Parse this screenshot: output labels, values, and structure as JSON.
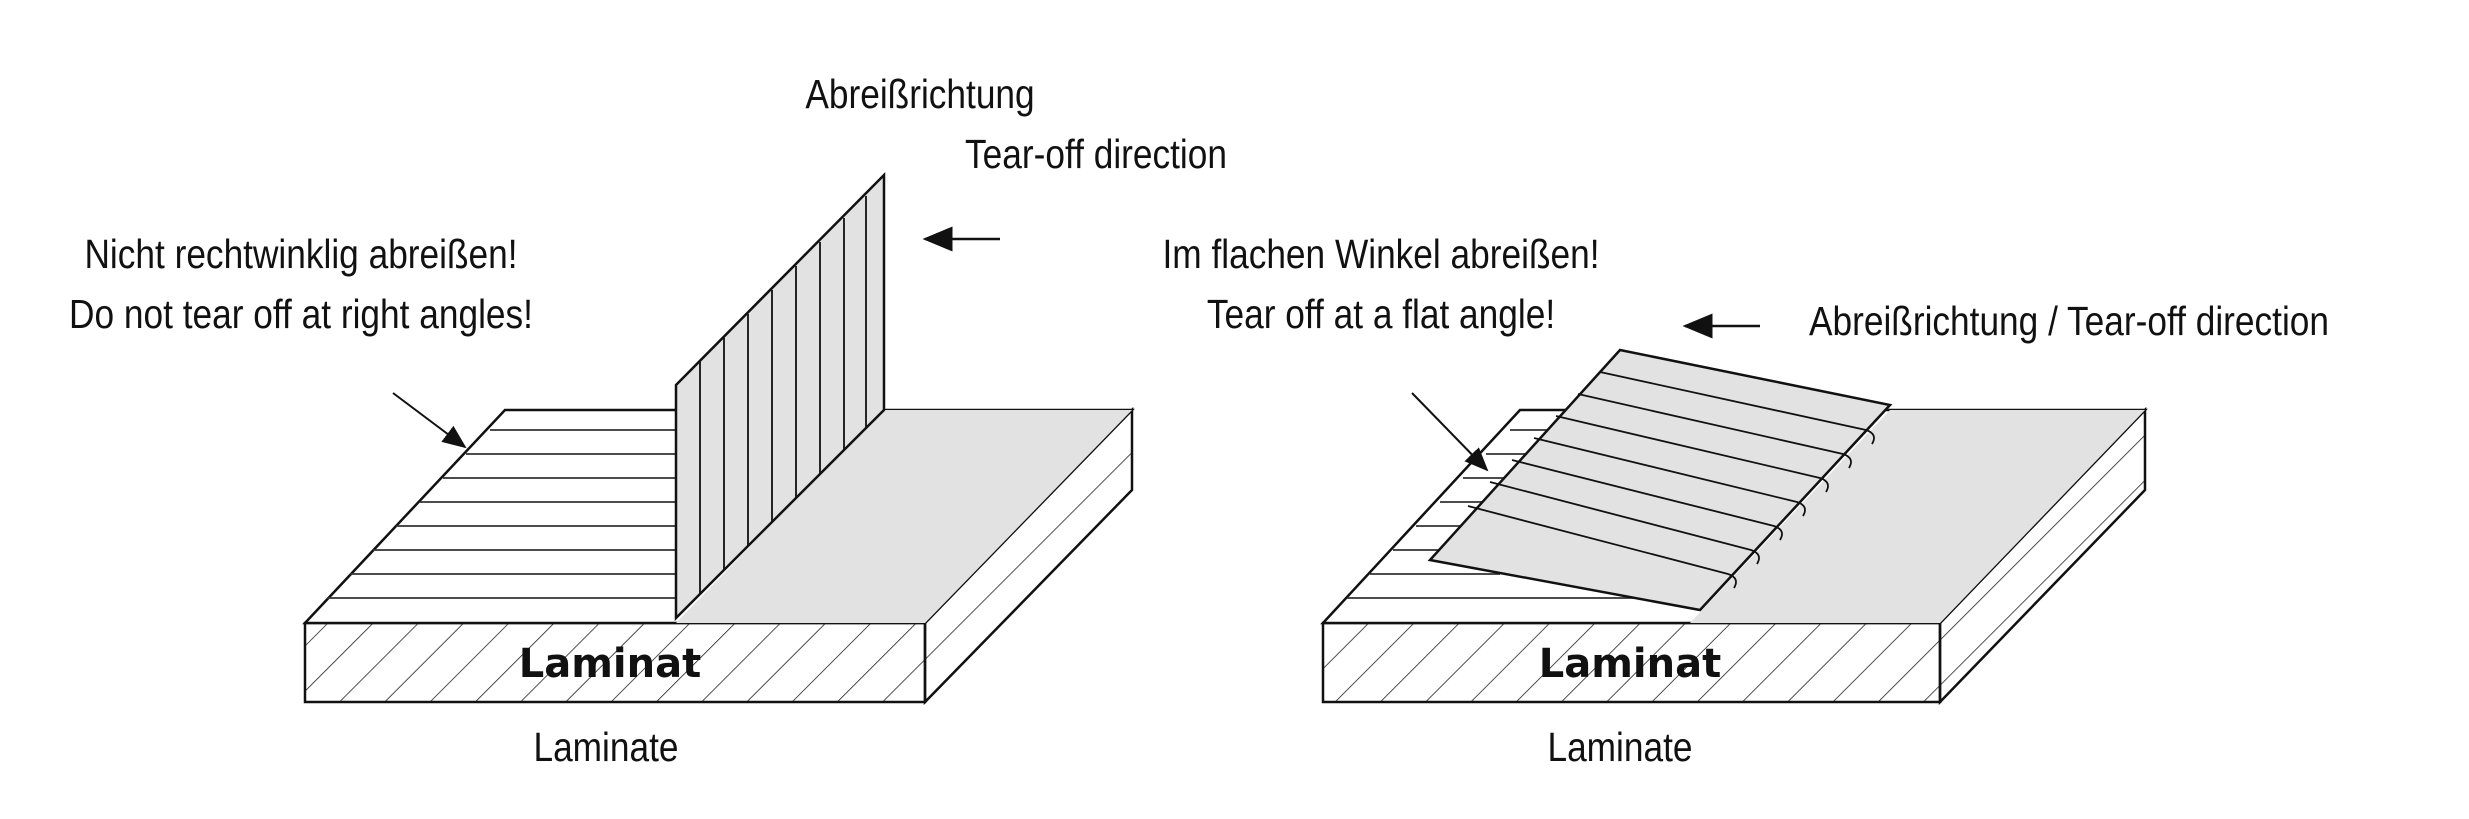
{
  "left_figure": {
    "warning_de": "Nicht rechtwinklig abreißen!",
    "warning_en": "Do not tear off at right angles!",
    "direction_de": "Abreißrichtung",
    "direction_en": "Tear-off direction",
    "material_de": "Laminat",
    "material_en": "Laminate"
  },
  "right_figure": {
    "instruction_de": "Im flachen Winkel abreißen!",
    "instruction_en": "Tear off at a flat angle!",
    "direction": "Abreißrichtung / Tear-off direction",
    "material_de": "Laminat",
    "material_en": "Laminate"
  },
  "colors": {
    "ink": "#111111",
    "tape_fill": "#e2e2e2",
    "background": "#ffffff"
  }
}
